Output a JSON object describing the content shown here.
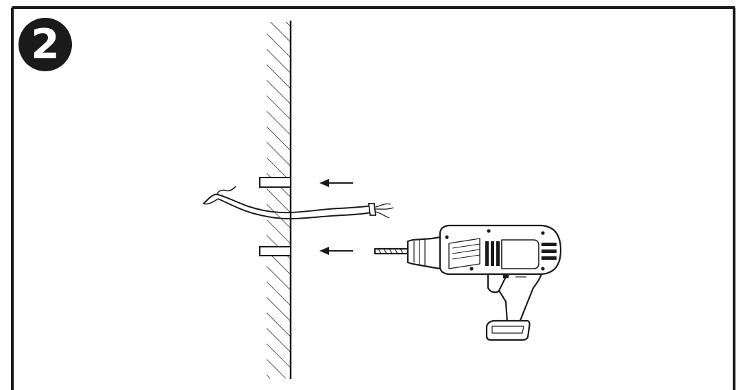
{
  "step": {
    "number": "2"
  },
  "illustration": {
    "wall": "wall-section",
    "anchors": [
      "upper-wall-plug",
      "lower-wall-plug"
    ],
    "cable": "cable-with-stripped-end",
    "tool": "drill-icon",
    "arrows": [
      "arrow-left-icon",
      "arrow-left-icon"
    ]
  },
  "colors": {
    "ink": "#1a1a1a",
    "background": "#ffffff"
  }
}
